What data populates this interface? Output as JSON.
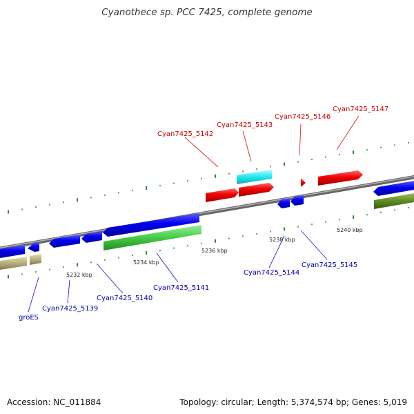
{
  "header": {
    "title": "Cyanothece sp. PCC 7425, complete genome"
  },
  "footer": {
    "accession": "Accession: NC_011884",
    "summary": "Topology: circular; Length: 5,374,574 bp; Genes: 5,019"
  },
  "colors": {
    "backbone": "#7a7a7a",
    "tick": "#2e8b2e",
    "forward_gene": "#ee0000",
    "forward_label": "#cc0000",
    "reverse_gene": "#0000ee",
    "reverse_label": "#0000aa",
    "rna_cyan": "#22e8ee",
    "rna_green": "#44cc44",
    "rna_olive": "#b5b07a",
    "rna_darkgreen": "#5e8a20"
  },
  "scale_labels": [
    {
      "id": "kbp-5232",
      "text": "5232 kbp"
    },
    {
      "id": "kbp-5234",
      "text": "5234 kbp"
    },
    {
      "id": "kbp-5236",
      "text": "5236 kbp"
    },
    {
      "id": "kbp-5238",
      "text": "5238 kbp"
    },
    {
      "id": "kbp-5240",
      "text": "5240 kbp"
    }
  ],
  "forward_genes": [
    {
      "id": "cyan7425-5142",
      "label": "Cyan7425_5142"
    },
    {
      "id": "cyan7425-5143",
      "label": "Cyan7425_5143"
    },
    {
      "id": "cyan7425-5146",
      "label": "Cyan7425_5146"
    },
    {
      "id": "cyan7425-5147",
      "label": "Cyan7425_5147"
    }
  ],
  "reverse_genes": [
    {
      "id": "groes",
      "label": "groES"
    },
    {
      "id": "cyan7425-5139",
      "label": "Cyan7425_5139"
    },
    {
      "id": "cyan7425-5140",
      "label": "Cyan7425_5140"
    },
    {
      "id": "cyan7425-5141",
      "label": "Cyan7425_5141"
    },
    {
      "id": "cyan7425-5144",
      "label": "Cyan7425_5144"
    },
    {
      "id": "cyan7425-5145",
      "label": "Cyan7425_5145"
    }
  ]
}
